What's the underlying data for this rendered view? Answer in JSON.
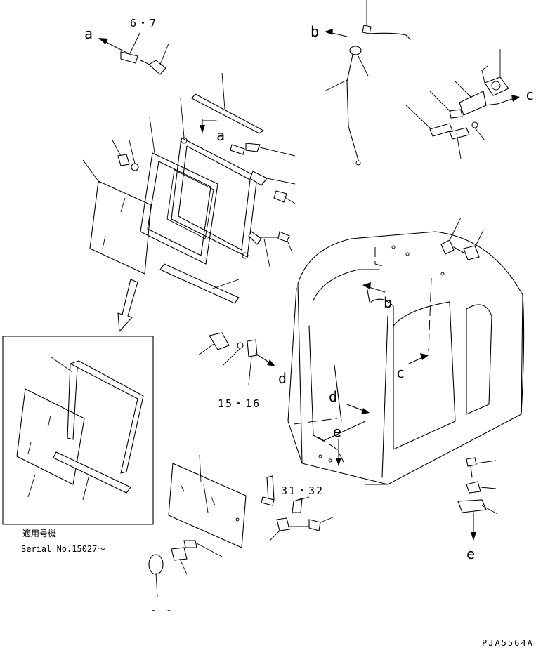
{
  "labels": {
    "a_top": "a",
    "a_frame": "a",
    "b_top": "b",
    "b_cab": "b",
    "c_top": "c",
    "c_cab": "c",
    "d_mid": "d",
    "d_cab": "d",
    "e_cab": "e",
    "e_bottom": "e"
  },
  "part_numbers": {
    "p67": "6・7",
    "p1516": "15・16",
    "p3132": "31・32",
    "dash_note": "- -"
  },
  "inset": {
    "title": "適用号機",
    "serial": "Serial No.15027～"
  },
  "drawing_code": "PJA5564A"
}
